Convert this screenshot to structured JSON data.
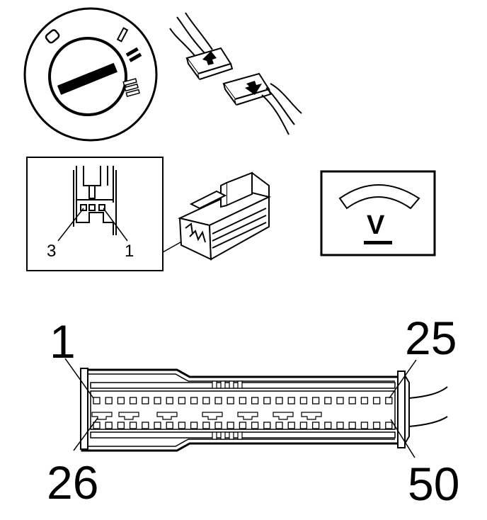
{
  "ignition": {
    "positions": [
      "0",
      "I",
      "II",
      "III"
    ]
  },
  "inset": {
    "label_left": "3",
    "label_right": "1"
  },
  "meter": {
    "symbol": "V"
  },
  "harness": {
    "label_top_left": "1",
    "label_top_right": "25",
    "label_bottom_left": "26",
    "label_bottom_right": "50"
  }
}
